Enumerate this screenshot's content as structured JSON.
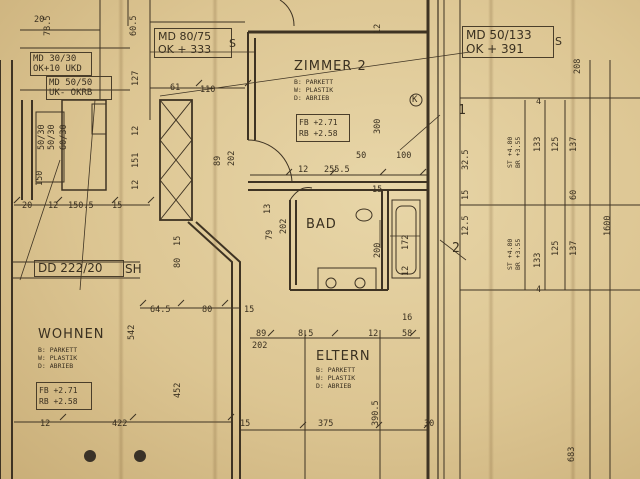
{
  "rooms": {
    "zimmer2": {
      "name": "ZIMMER 2",
      "b": "B: PARKETT",
      "w": "W: PLASTIK",
      "d": "D: ABRIEB",
      "fb": "FB +2.71",
      "rb": "RB +2.58"
    },
    "wohnen": {
      "name": "WOHNEN",
      "b": "B: PARKETT",
      "w": "W: PLASTIK",
      "d": "D: ABRIEB",
      "fb": "FB +2.71",
      "rb": "RB +2.58"
    },
    "eltern": {
      "name": "ELTERN",
      "b": "B: PARKETT",
      "w": "W: PLASTIK",
      "d": "D: ABRIEB"
    },
    "bad": {
      "name": "BAD"
    }
  },
  "openings": {
    "md_80_75": {
      "line1": "MD 80/75",
      "line2": "OK + 333",
      "tag": "S"
    },
    "md_50_133": {
      "line1": "MD 50/133",
      "line2": "OK + 391",
      "tag": "S"
    },
    "md_30_30": {
      "line1": "MD 30/30",
      "line2": "OK+10 UKD"
    },
    "md_50_50": {
      "line1": "MD 50/50",
      "line2": "UK- OKRB"
    },
    "dd_222_20": {
      "text": "DD 222/20",
      "tag": "SH"
    },
    "st_upper": {
      "line1": "ST +4.80",
      "line2": "BR +3.55"
    },
    "st_lower": {
      "line1": "ST +4.80",
      "line2": "BR +3.55"
    }
  },
  "marker": {
    "k": "K"
  },
  "dimensions": {
    "d20": "20",
    "d78_5": "78.5",
    "d60_5": "60.5",
    "d12a": "12",
    "d208": "208",
    "d127": "127",
    "d61": "61",
    "d110": "110",
    "d300": "300",
    "d50": "50",
    "d100": "100",
    "d32_5": "32.5",
    "d12b": "12",
    "d151": "151",
    "d12c": "12",
    "d89": "89",
    "d202a": "202",
    "d12d": "12",
    "d255_5": "255.5",
    "d15a": "15",
    "d15b": "15",
    "d12e": "12",
    "d150_5": "150.5",
    "d15c": "15",
    "d13": "13",
    "d79": "79",
    "d202b": "202",
    "d200": "200",
    "d172": "172",
    "d12f": "12",
    "d12_5": "12.5",
    "d15d": "15",
    "d80a": "80",
    "d15e": "15",
    "d64_5": "64.5",
    "d80b": "80",
    "d15f": "15",
    "d89b": "89",
    "d202c": "202",
    "d8_5": "8.5",
    "d12g": "12",
    "d16": "16",
    "d58": "58",
    "d542": "542",
    "d452": "452",
    "d422": "422",
    "d12h": "12",
    "d15g": "15",
    "d375": "375",
    "d390_5": "390.5",
    "d30": "30",
    "d683": "683",
    "d1600": "1600",
    "d133a": "133",
    "d125a": "125",
    "d137a": "137",
    "d60": "60",
    "d133b": "133",
    "d125b": "125",
    "d137b": "137",
    "d4a": "4",
    "d4b": "4",
    "d1": "1",
    "d2": "2",
    "d50_30a": "50/30",
    "d50_30b": "50/30",
    "d150": "150",
    "d60_30": "60/30"
  }
}
